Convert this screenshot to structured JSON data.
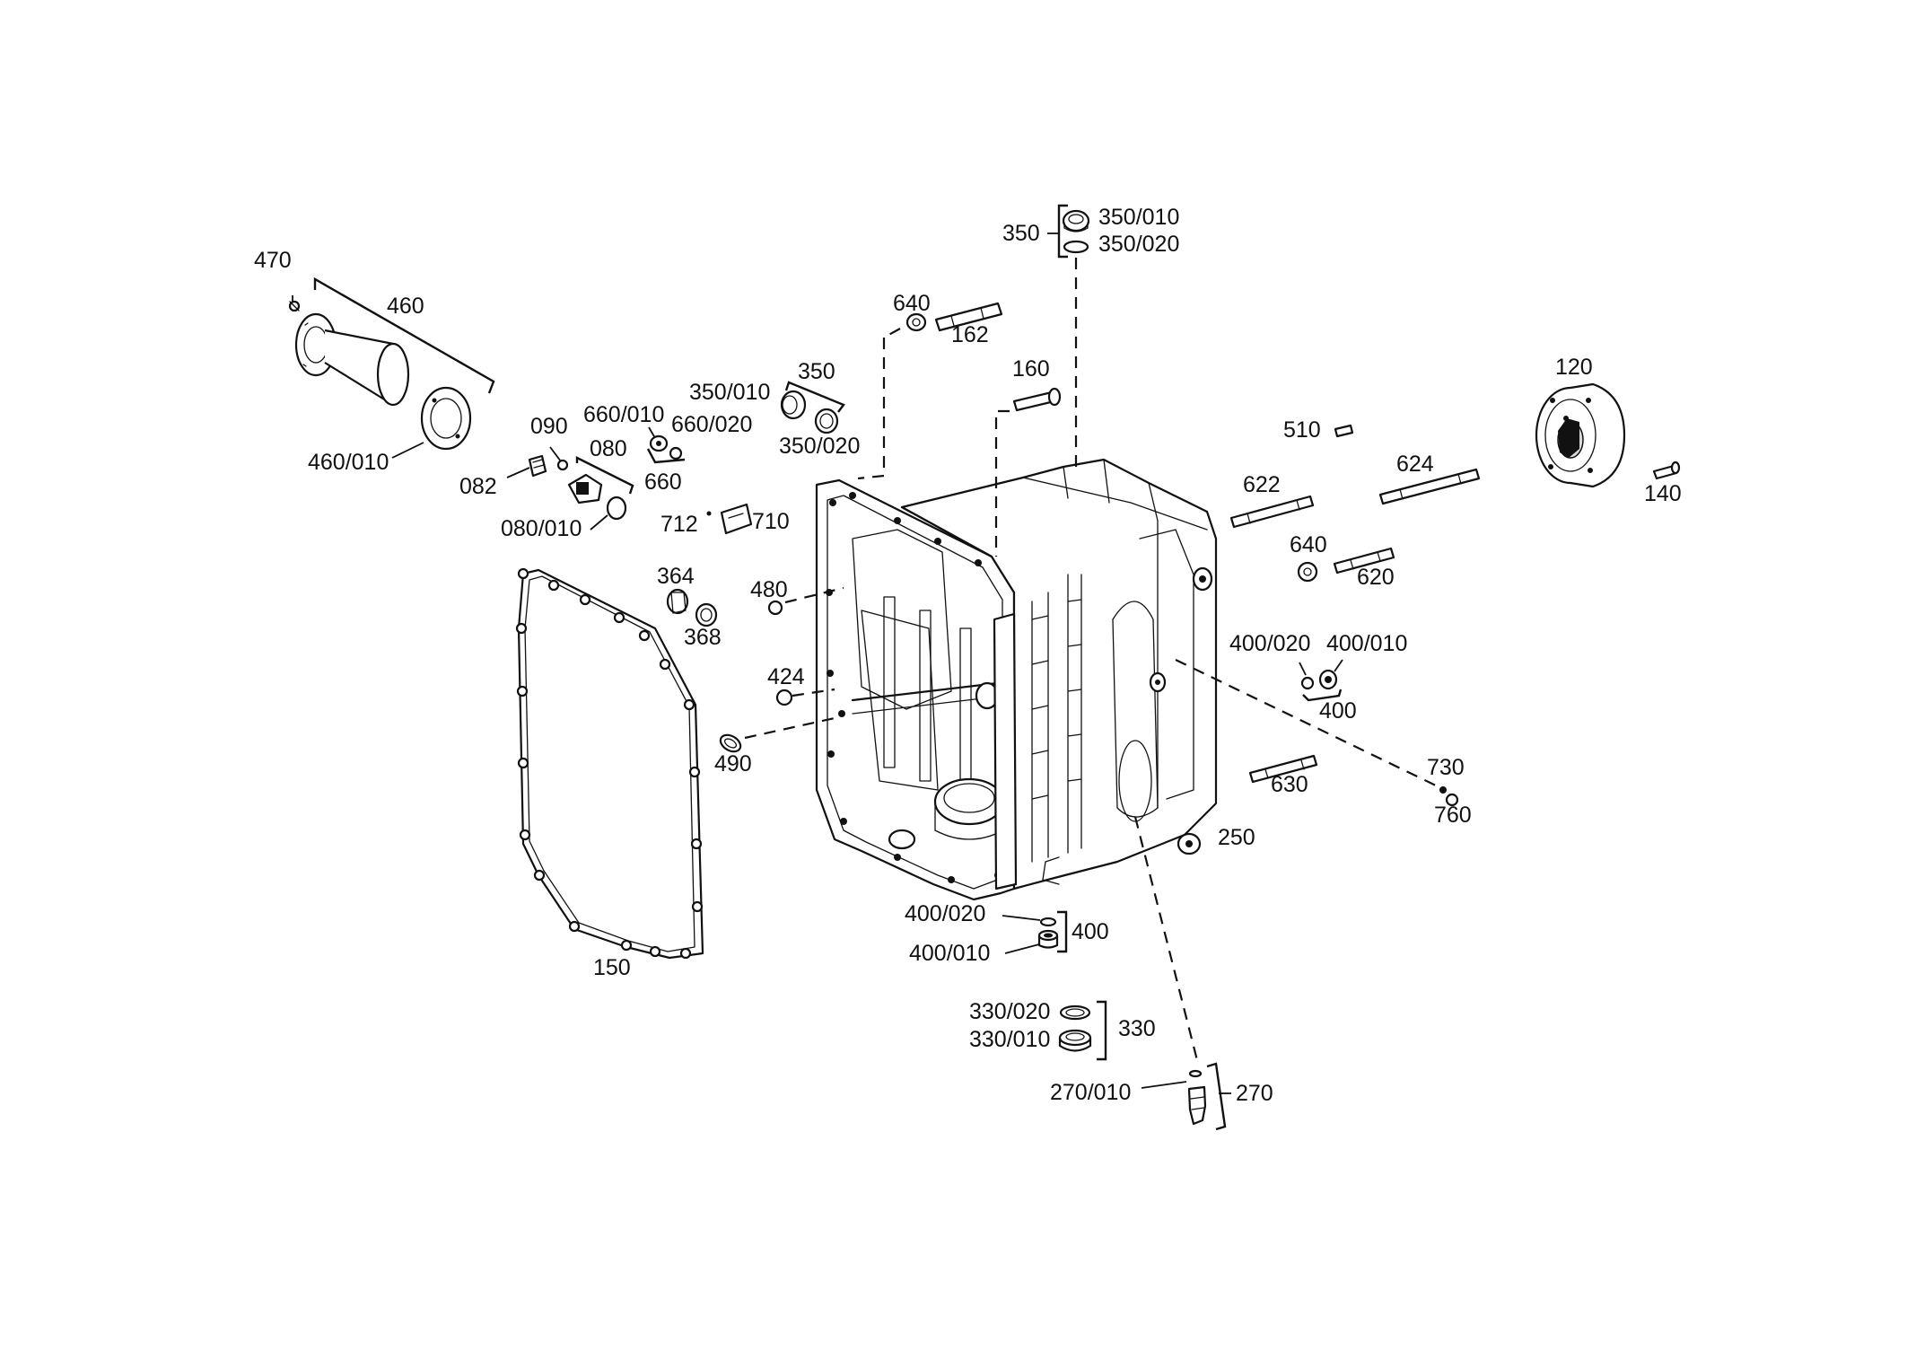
{
  "labels": {
    "p470": "470",
    "p460": "460",
    "p460_010": "460/010",
    "p090": "090",
    "p082": "082",
    "p080": "080",
    "p080_010": "080/010",
    "p660_010": "660/010",
    "p660_020": "660/020",
    "p660": "660",
    "p350_010_left": "350/010",
    "p350_left": "350",
    "p350_020_left": "350/020",
    "p712": "712",
    "p710": "710",
    "p640_top": "640",
    "p162": "162",
    "p160": "160",
    "p350_top": "350",
    "p350_010_top": "350/010",
    "p350_020_top": "350/020",
    "p364": "364",
    "p368": "368",
    "p480": "480",
    "p424": "424",
    "p490": "490",
    "p150": "150",
    "p510": "510",
    "p622": "622",
    "p624": "624",
    "p640_right": "640",
    "p620": "620",
    "p120": "120",
    "p140": "140",
    "p400_020_right": "400/020",
    "p400_010_right": "400/010",
    "p400_right": "400",
    "p630": "630",
    "p730": "730",
    "p760": "760",
    "p250": "250",
    "p400_020_bottom": "400/020",
    "p400_010_bottom": "400/010",
    "p400_bottom": "400",
    "p330_020": "330/020",
    "p330_010": "330/010",
    "p330": "330",
    "p270_010": "270/010",
    "p270": "270"
  }
}
